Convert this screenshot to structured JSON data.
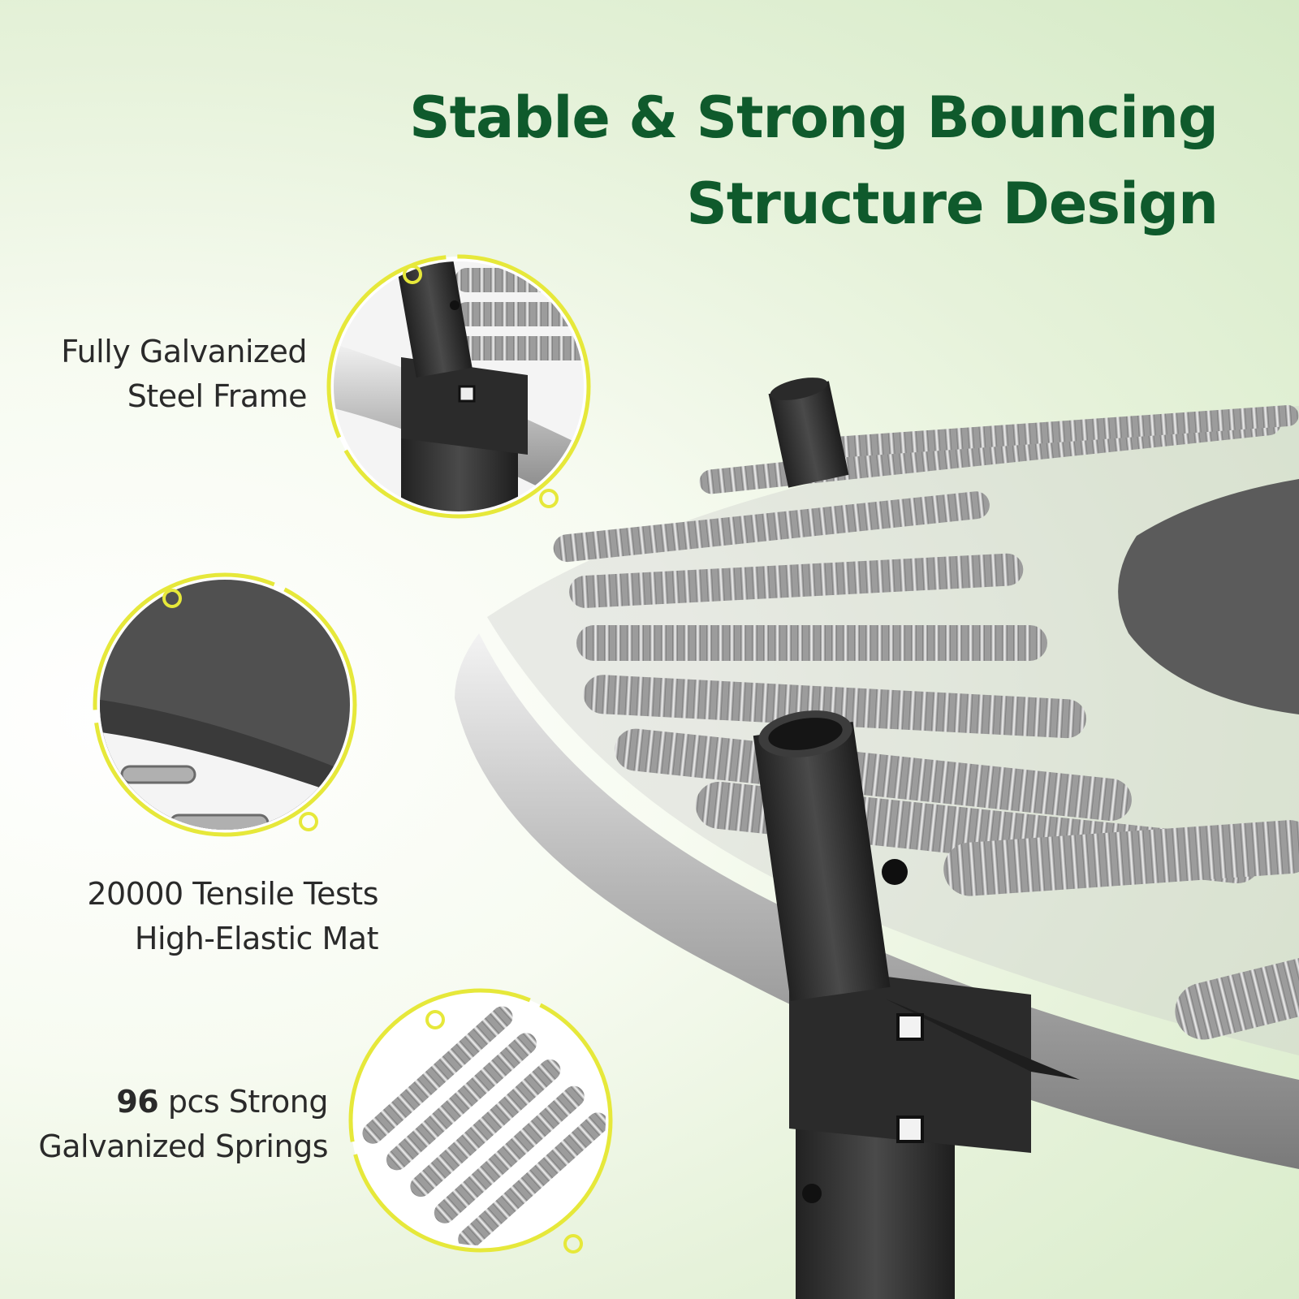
{
  "headline": {
    "line1": "Stable & Strong Bouncing",
    "line2": "Structure Design"
  },
  "features": [
    {
      "line1": "Fully Galvanized",
      "line2": "Steel Frame",
      "icon": "frame-joint-icon"
    },
    {
      "line1": "20000 Tensile Tests",
      "line2": "High-Elastic Mat",
      "icon": "mat-detail-icon"
    },
    {
      "count": "96",
      "unit": "pcs Strong",
      "line2": "Galvanized Springs",
      "icon": "springs-icon"
    }
  ],
  "colors": {
    "headline": "#0f5a2c",
    "ring": "#e6e83a",
    "frame": "#9a9a9a",
    "bracket": "#2e2e2e",
    "mat": "#3a3a3a",
    "background_tint": "#d5eac6"
  }
}
